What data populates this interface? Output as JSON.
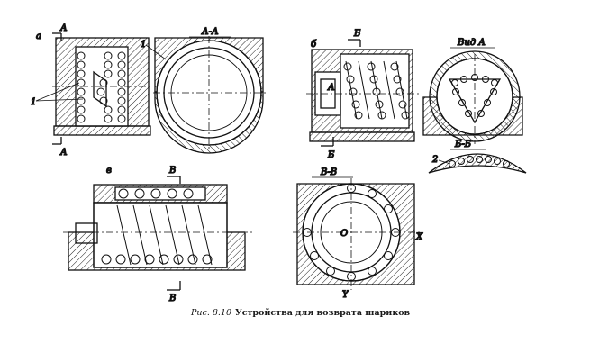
{
  "figure": {
    "caption_num": "Рис. 8.10",
    "caption_text": "Устройства для возврата шариков"
  },
  "views": {
    "a": {
      "letter": "а",
      "mark": "А",
      "index": "1",
      "section_title": "А-А",
      "section_index": "1"
    },
    "b": {
      "letter": "б",
      "mark": "Б",
      "inner_mark": "А",
      "view_title": "Вид А",
      "section_title": "Б-Б",
      "section_index": "2"
    },
    "v": {
      "letter": "в",
      "mark": "В",
      "section_title": "В-В",
      "axis_x": "X",
      "axis_y": "Y",
      "center": "О"
    }
  }
}
